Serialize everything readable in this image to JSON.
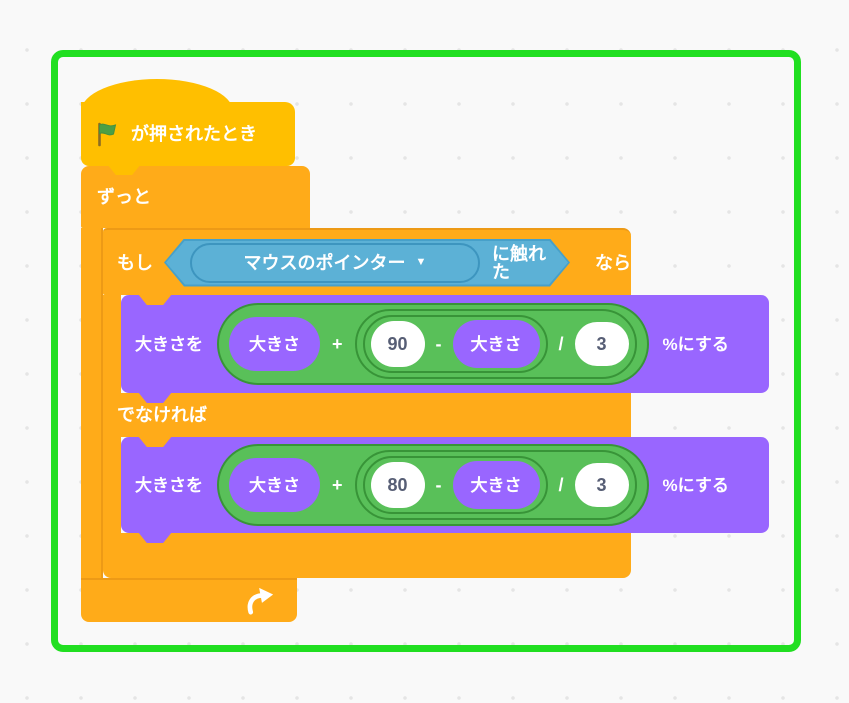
{
  "workspace": {
    "highlight_border_color": "#21DF21",
    "background_color": "#F9F9F9"
  },
  "colors": {
    "events_yellow": "#FFBF00",
    "control_orange": "#FFAB19",
    "looks_purple": "#9966FF",
    "operators_green": "#59C059",
    "sensing_blue": "#5CB1D6",
    "input_text": "#575E75"
  },
  "script": {
    "when_flag_clicked": {
      "label": "が押されたとき",
      "icon": "green-flag"
    },
    "forever": {
      "label": "ずっと",
      "icon": "loop-arrow"
    },
    "if_else": {
      "if_label": "もし",
      "then_label": "なら",
      "else_label": "でなければ"
    },
    "condition": {
      "dropdown_value": "マウスのポインター",
      "dropdown_arrow": "▼",
      "suffix_label": "に触れた"
    },
    "set_size_if": {
      "prefix": "大きさを",
      "suffix": "%にする",
      "var_a": "大きさ",
      "plus": "+",
      "num_b": "90",
      "minus": "-",
      "var_c": "大きさ",
      "divide": "/",
      "num_d": "3"
    },
    "set_size_else": {
      "prefix": "大きさを",
      "suffix": "%にする",
      "var_a": "大きさ",
      "plus": "+",
      "num_b": "80",
      "minus": "-",
      "var_c": "大きさ",
      "divide": "/",
      "num_d": "3"
    }
  }
}
